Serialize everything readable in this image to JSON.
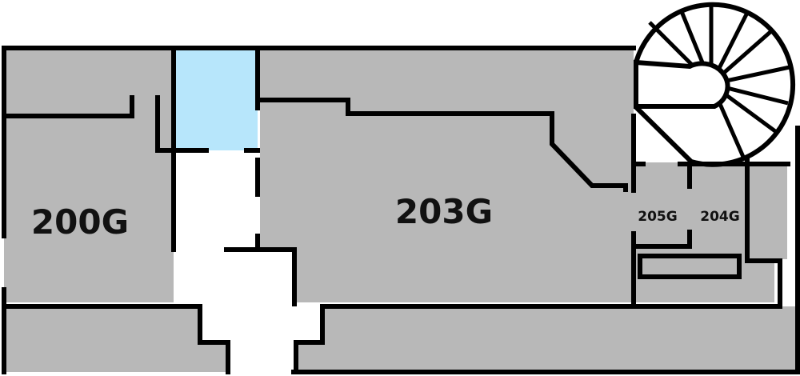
{
  "rooms": {
    "r200g": {
      "label": "200G"
    },
    "r203g": {
      "label": "203G"
    },
    "r205g": {
      "label": "205G"
    },
    "r204g": {
      "label": "204G"
    }
  },
  "colors": {
    "room_fill": "#b8b8b8",
    "highlight_fill": "#b7e6fb",
    "wall": "#000000",
    "background": "#ffffff"
  },
  "icons": {
    "staircase": "spiral-staircase-icon"
  }
}
